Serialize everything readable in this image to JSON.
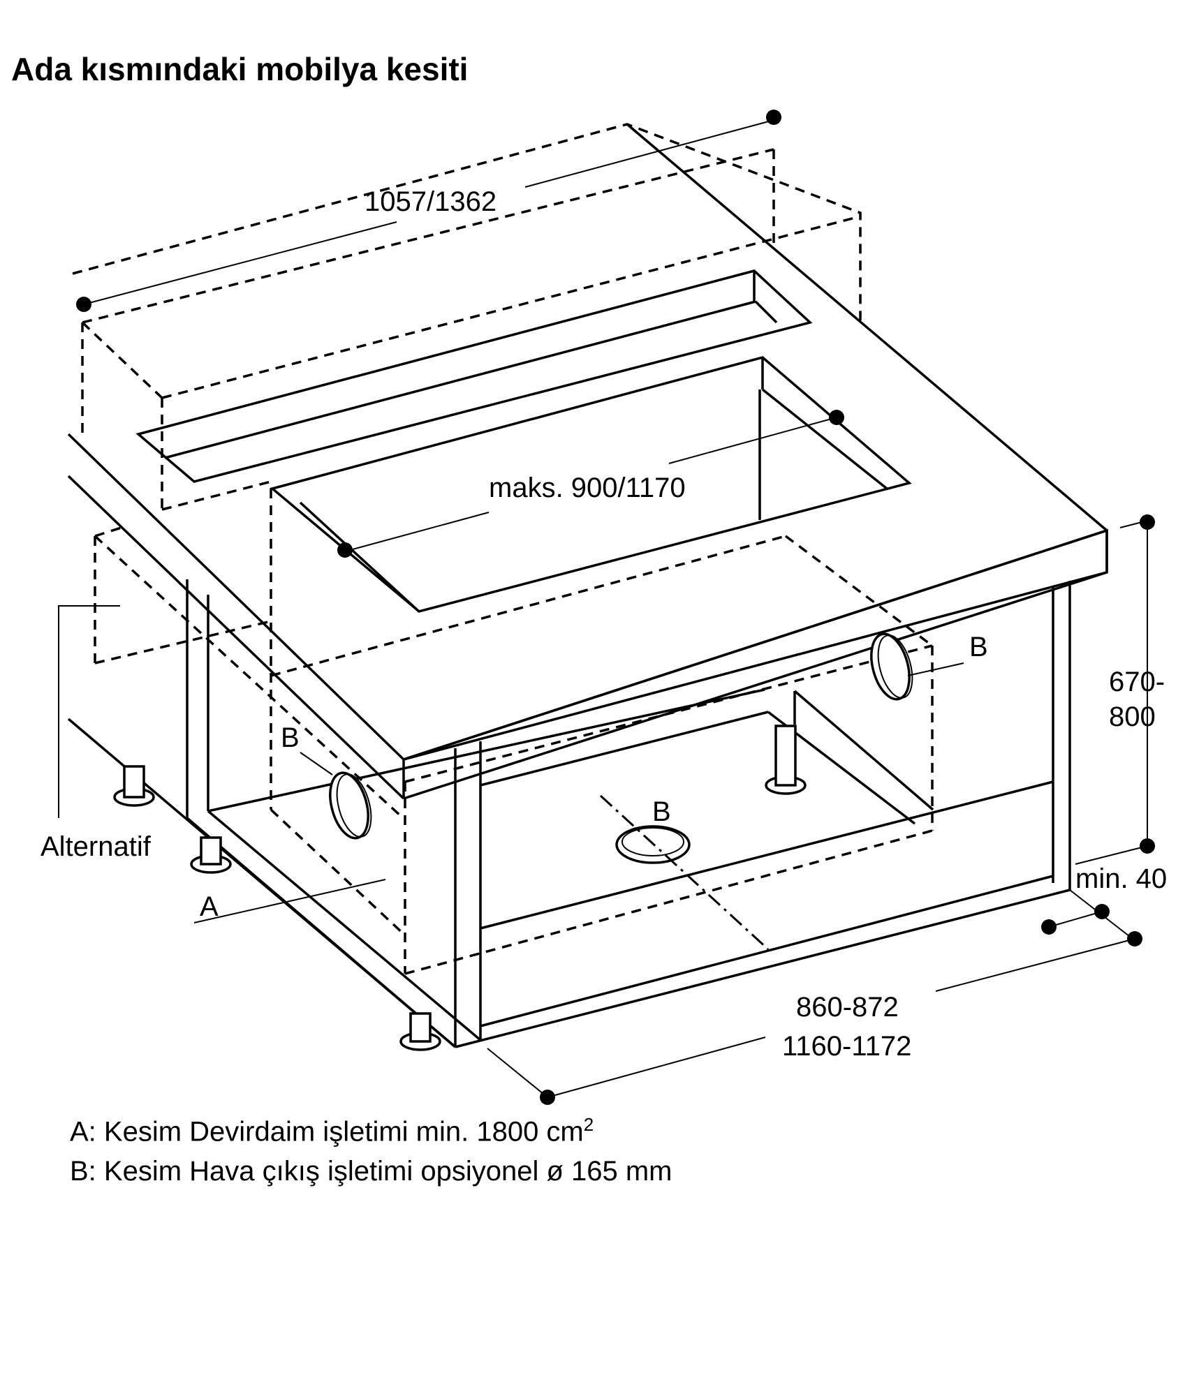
{
  "title": "Ada kısmındaki mobilya kesiti",
  "dimensions": {
    "overall_width": "1057/1362",
    "cutout_width": "maks. 900/1170",
    "height_line1": "670-",
    "height_line2": "800",
    "min_clearance": "min. 40",
    "depth_line1": "860-872",
    "depth_line2": "1160-1172"
  },
  "markers": {
    "a": "A",
    "b": "B",
    "alternative": "Alternatif"
  },
  "legend": {
    "a_text": "A: Kesim Devirdaim işletimi min. 1800 cm",
    "a_superscript": "2",
    "b_text": "B: Kesim Hava çıkış işletimi opsiyonel ø 165 mm"
  }
}
